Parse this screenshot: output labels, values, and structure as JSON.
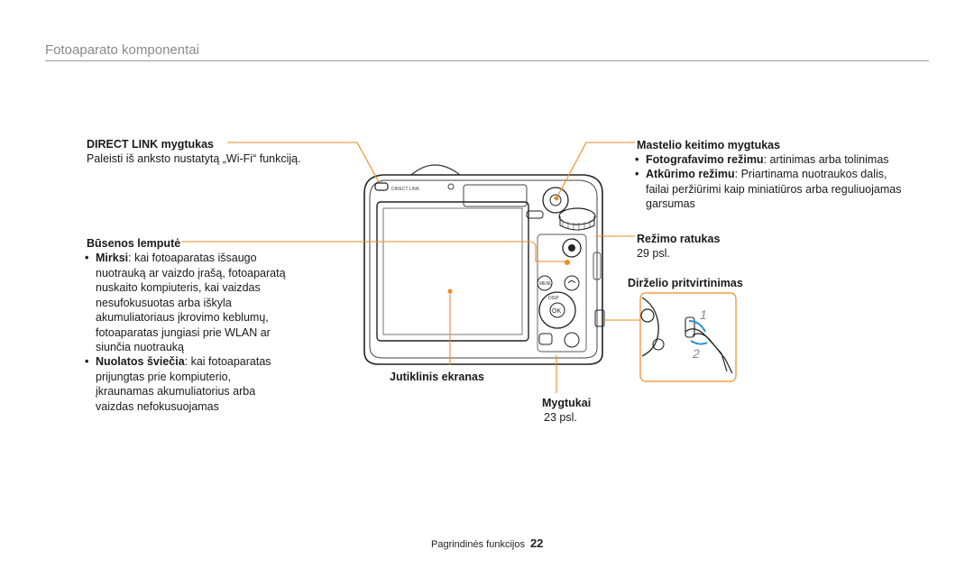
{
  "header": {
    "title": "Fotoaparato komponentai"
  },
  "direct_link": {
    "heading": "DIRECT LINK mygtukas",
    "desc": "Paleisti iš anksto nustatytą „Wi-Fi“ funkciją."
  },
  "status_lamp": {
    "heading": "Būsenos lemputė",
    "bullets": [
      {
        "term": "Mirksi",
        "lines": [
          ": kai fotoaparatas išsaugo",
          "nuotrauką ar vaizdo įrašą, fotoaparatą",
          "nuskaito kompiuteris, kai vaizdas",
          "nesufokusuotas arba iškyla",
          "akumuliatoriaus įkrovimo keblumų,",
          "fotoaparatas jungiasi prie WLAN ar",
          "siunčia nuotrauką"
        ]
      },
      {
        "term": "Nuolatos šviečia",
        "lines": [
          ": kai fotoaparatas",
          "prijungtas prie kompiuterio,",
          "įkraunamas akumuliatorius arba",
          "vaizdas nefokusuojamas"
        ]
      }
    ]
  },
  "touch_screen": {
    "label": "Jutiklinis ekranas"
  },
  "buttons": {
    "label": "Mygtukai",
    "page": "23 psl."
  },
  "zoom": {
    "heading": "Mastelio keitimo mygtukas",
    "bullets": [
      {
        "term": "Fotografavimo režimu",
        "lines": [
          ": artinimas arba tolinimas"
        ]
      },
      {
        "term": "Atkūrimo režimu",
        "lines": [
          ": Priartinama nuotraukos dalis,",
          "failai peržiūrimi kaip miniatiūros arba reguliuojamas",
          "garsumas"
        ]
      }
    ]
  },
  "mode_dial": {
    "heading": "Režimo ratukas",
    "page": "29 psl."
  },
  "strap": {
    "heading": "Dirželio pritvirtinimas",
    "step1": "1",
    "step2": "2"
  },
  "camera": {
    "brand_text": "DIRECT LINK",
    "menu_text": "MENU",
    "disp_text": "DISP",
    "ok_text": "OK"
  },
  "footer": {
    "section": "Pagrindinės funkcijos",
    "page_number": "22"
  },
  "colors": {
    "callout": "#f08a24",
    "strap_arrow": "#2a8fd6"
  }
}
